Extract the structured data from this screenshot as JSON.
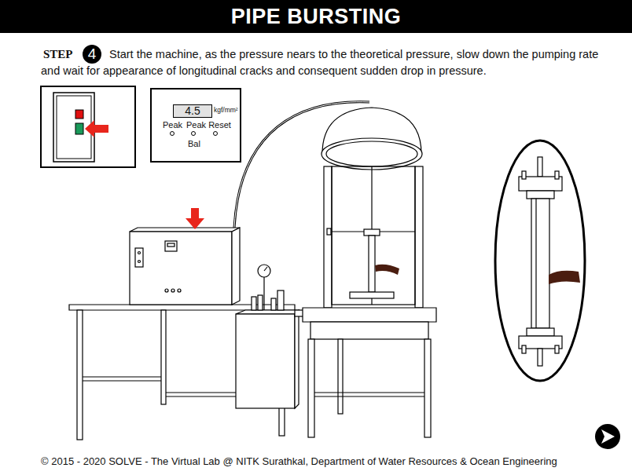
{
  "diagram": {
    "title": "PIPE BURSTING",
    "nodes": [
      {
        "text": [
          "4"
        ]
      },
      {
        "text": [
          "kgf/mm²",
          "Peak",
          "Peak Reset",
          "Bal"
        ]
      },
      {
        "text": [
          "4.5"
        ],
        "in": 1
      }
    ],
    "labels": [
      "STEP",
      "Start the machine, as the pressure nears to the theoretical pressure, slow down the pumping rate and wait for appearance of longitudinal cracks and consequent sudden drop in pressure.",
      "© 2015 - 2020 SOLVE - The Virtual Lab @ NITK Surathkal, Department of Water Resources & Ocean Engineering"
    ]
  }
}
